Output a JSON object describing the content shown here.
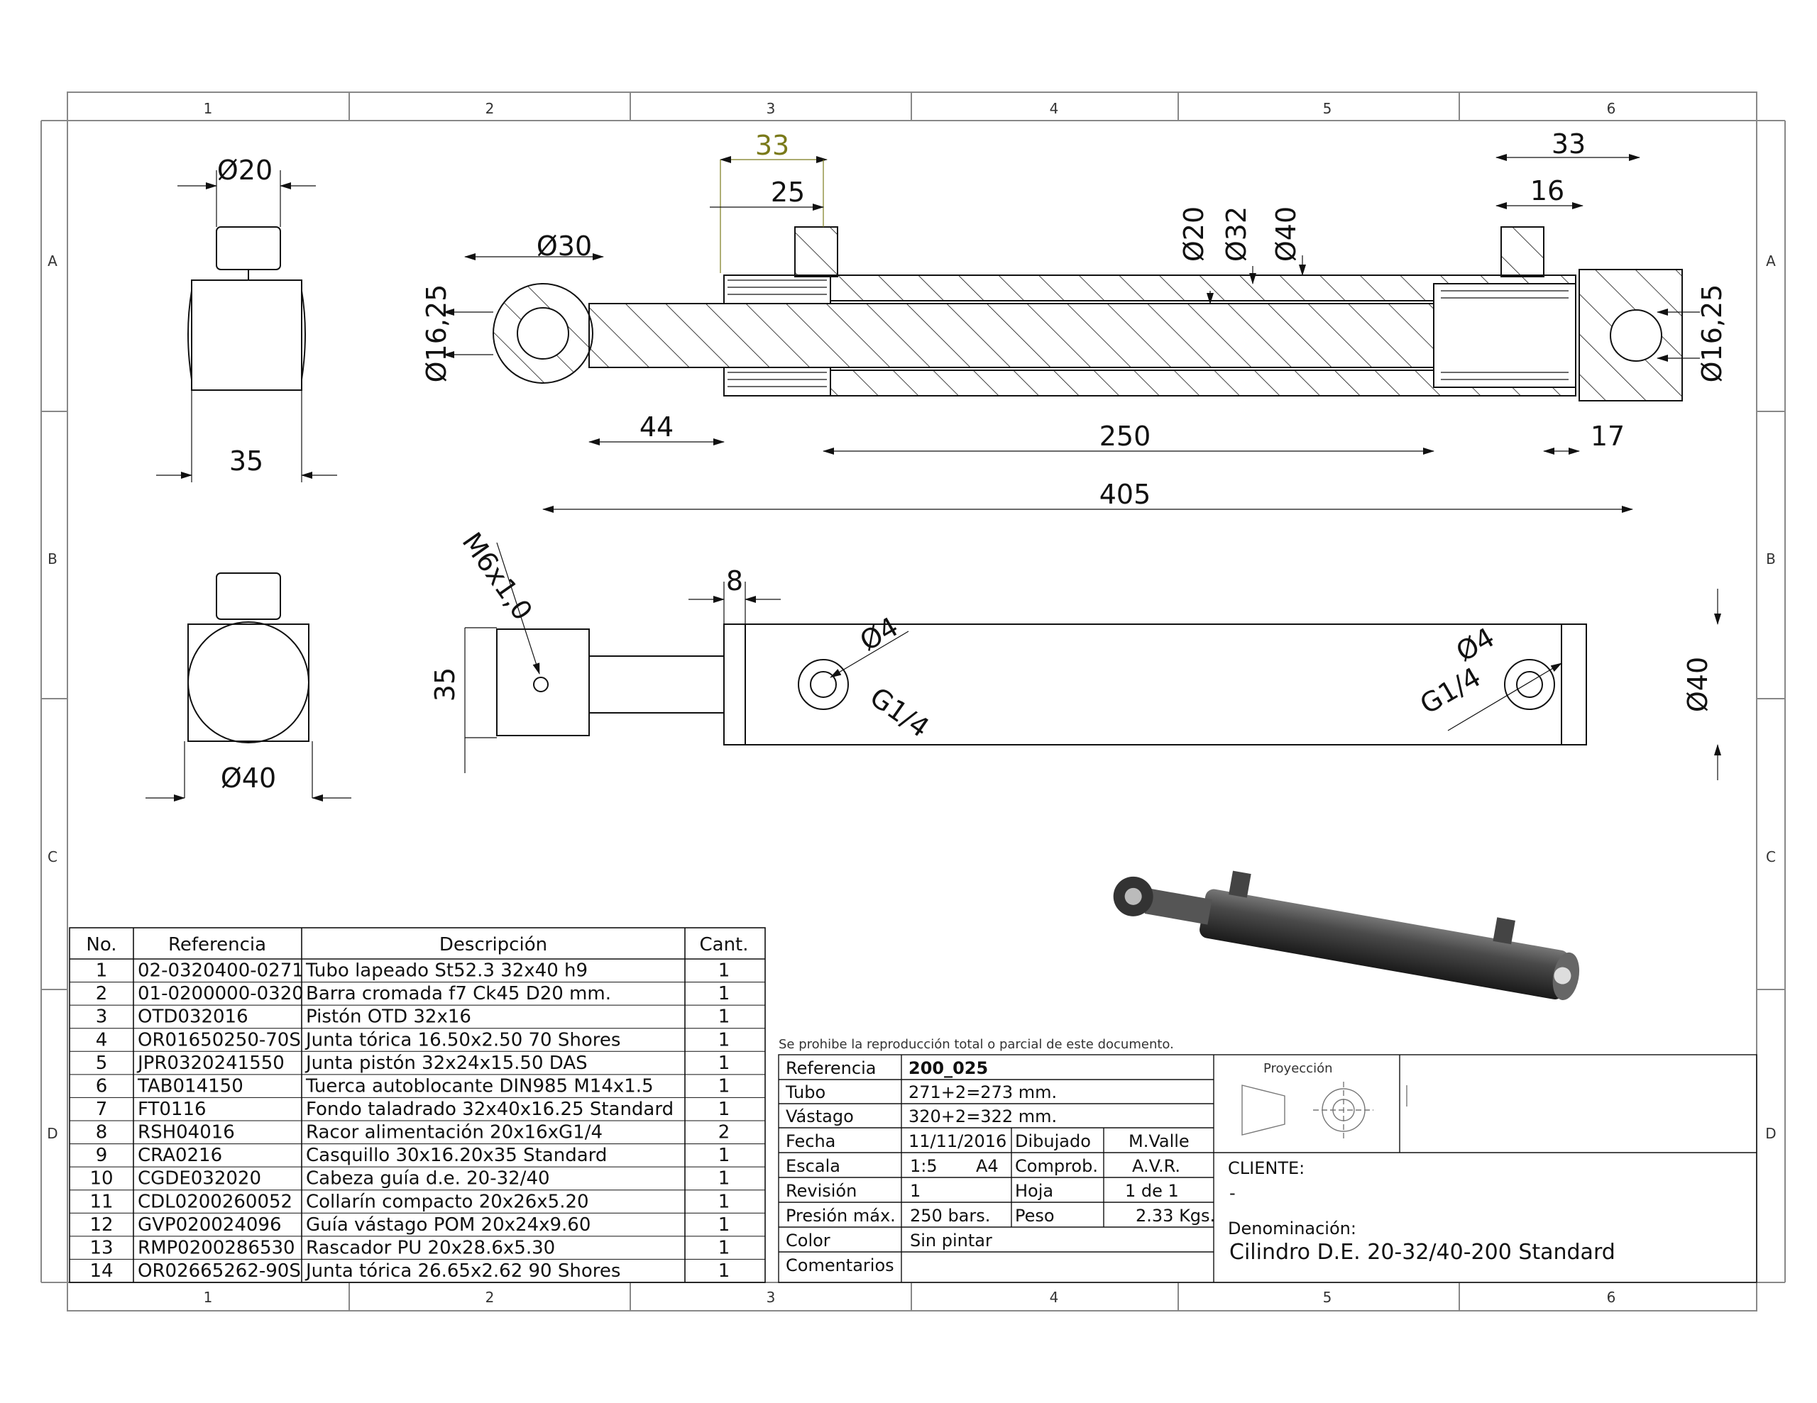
{
  "zones": {
    "columns": [
      "1",
      "2",
      "3",
      "4",
      "5",
      "6"
    ],
    "rows": [
      "A",
      "B",
      "C",
      "D"
    ]
  },
  "dimensions": {
    "end_view": {
      "dia_20": "Ø20",
      "width_35": "35"
    },
    "side_view": {
      "dia_30": "Ø30",
      "dia_16_25_left": "Ø16,25",
      "dia_16_25_right": "Ø16,25",
      "d33_left": "33",
      "d25": "25",
      "d33_right": "33",
      "d16": "16",
      "dia_20": "Ø20",
      "dia_32": "Ø32",
      "dia_40": "Ø40",
      "d44": "44",
      "d250": "250",
      "d17": "17",
      "d405": "405"
    },
    "bottom_view": {
      "thread": "M6x1,0",
      "d35": "35",
      "d8": "8",
      "dia_4_left": "Ø4",
      "port_left": "G1/4",
      "dia_4_right": "Ø4",
      "port_right": "G1/4",
      "dia_40": "Ø40"
    },
    "end_view_bottom": {
      "dia_40": "Ø40"
    }
  },
  "bom": {
    "headers": {
      "no": "No.",
      "ref": "Referencia",
      "desc": "Descripción",
      "qty": "Cant."
    },
    "rows": [
      {
        "no": "1",
        "ref": "02-0320400-0271",
        "desc": "Tubo lapeado St52.3 32x40 h9",
        "qty": "1"
      },
      {
        "no": "2",
        "ref": "01-0200000-0320",
        "desc": "Barra cromada f7 Ck45 D20 mm.",
        "qty": "1"
      },
      {
        "no": "3",
        "ref": "OTD032016",
        "desc": "Pistón OTD 32x16",
        "qty": "1"
      },
      {
        "no": "4",
        "ref": "OR01650250-70S",
        "desc": "Junta tórica 16.50x2.50 70 Shores",
        "qty": "1"
      },
      {
        "no": "5",
        "ref": "JPR0320241550",
        "desc": "Junta pistón 32x24x15.50 DAS",
        "qty": "1"
      },
      {
        "no": "6",
        "ref": "TAB014150",
        "desc": "Tuerca autoblocante DIN985 M14x1.5",
        "qty": "1"
      },
      {
        "no": "7",
        "ref": "FT0116",
        "desc": "Fondo taladrado 32x40x16.25 Standard",
        "qty": "1"
      },
      {
        "no": "8",
        "ref": "RSH04016",
        "desc": "Racor alimentación 20x16xG1/4",
        "qty": "2"
      },
      {
        "no": "9",
        "ref": "CRA0216",
        "desc": "Casquillo 30x16.20x35 Standard",
        "qty": "1"
      },
      {
        "no": "10",
        "ref": "CGDE032020",
        "desc": "Cabeza guía d.e. 20-32/40",
        "qty": "1"
      },
      {
        "no": "11",
        "ref": "CDL0200260052",
        "desc": "Collarín compacto 20x26x5.20",
        "qty": "1"
      },
      {
        "no": "12",
        "ref": "GVP020024096",
        "desc": "Guía vástago POM 20x24x9.60",
        "qty": "1"
      },
      {
        "no": "13",
        "ref": "RMP0200286530",
        "desc": "Rascador PU 20x28.6x5.30",
        "qty": "1"
      },
      {
        "no": "14",
        "ref": "OR02665262-90S",
        "desc": "Junta tórica 26.65x2.62 90 Shores",
        "qty": "1"
      }
    ]
  },
  "title_block": {
    "notice": "Se prohibe la reproducción total o parcial de este documento.",
    "labels": {
      "referencia": "Referencia",
      "tubo": "Tubo",
      "vastago": "Vástago",
      "fecha": "Fecha",
      "escala": "Escala",
      "revision": "Revisión",
      "presion": "Presión máx.",
      "color": "Color",
      "comentarios": "Comentarios",
      "dibujado": "Dibujado",
      "comprob": "Comprob.",
      "hoja": "Hoja",
      "peso": "Peso",
      "proyeccion": "Proyección",
      "cliente": "CLIENTE:",
      "denominacion": "Denominación:"
    },
    "values": {
      "referencia": "200_025",
      "tubo": "271+2=273 mm.",
      "vastago": "320+2=322 mm.",
      "fecha": "11/11/2016",
      "escala": "1:5",
      "formato": "A4",
      "revision": "1",
      "presion": "250 bars.",
      "color": "Sin pintar",
      "comentarios": "",
      "dibujado": "M.Valle",
      "comprob": "A.V.R.",
      "hoja": "1   de   1",
      "peso": "2.33 Kgs.",
      "cliente": "-",
      "denominacion": "Cilindro D.E. 20-32/40-200 Standard"
    }
  },
  "colors": {
    "line": "#111111",
    "highlight_dim": "#7a7a1a",
    "render_body": "#3a3a3a"
  }
}
